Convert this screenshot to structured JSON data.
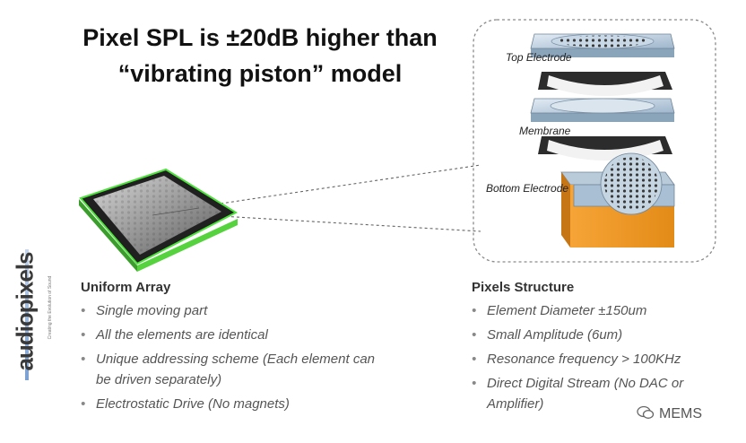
{
  "title": {
    "line1": "Pixel SPL is ±20dB higher than",
    "line2": "“vibrating piston” model"
  },
  "diagram": {
    "layers": {
      "top_electrode": "Top Electrode",
      "membrane": "Membrane",
      "bottom_electrode": "Bottom Electrode"
    }
  },
  "left_column": {
    "heading": "Uniform Array",
    "bullet": "•",
    "items": [
      "Single moving part",
      "All the elements are identical",
      "Unique addressing scheme (Each element can be driven separately)",
      "Electrostatic Drive (No magnets)"
    ]
  },
  "right_column": {
    "heading": "Pixels Structure",
    "bullet": "•",
    "items": [
      "Element Diameter ±150um",
      "Small Amplitude (6um)",
      "Resonance frequency > 100KHz",
      "Direct Digital Stream (No DAC or Amplifier)"
    ]
  },
  "logo": {
    "name": "audiopixels",
    "tagline": "Creating the Evolution of Sound"
  },
  "watermark": {
    "icon": "wechat-icon",
    "text": "MEMS"
  },
  "colors": {
    "chip_green": "#4ce03a",
    "base_orange": "#f39a2a",
    "plate_blue": "#a9bfd3"
  }
}
